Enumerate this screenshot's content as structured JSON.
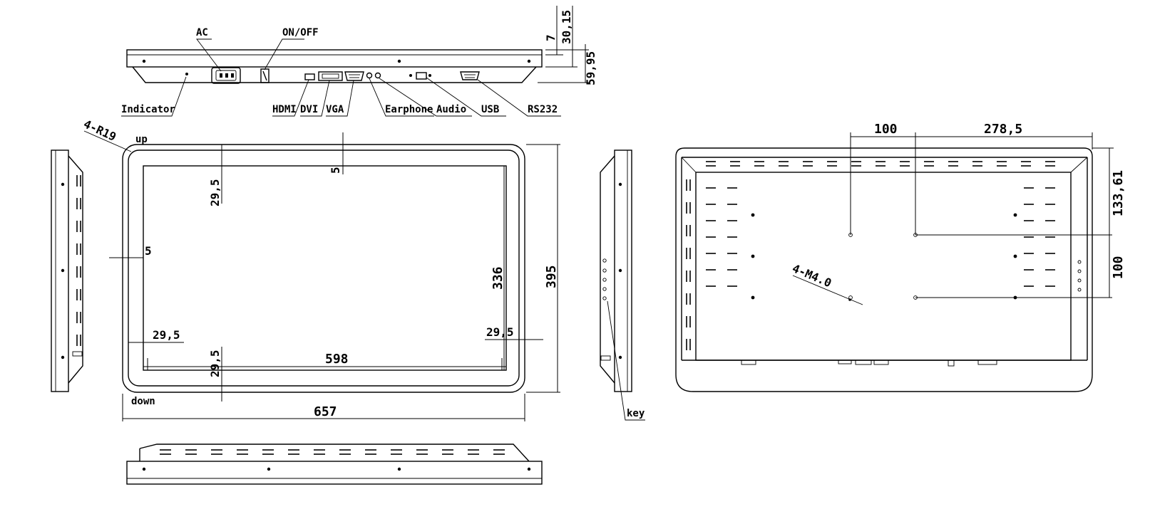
{
  "top_view": {
    "ports": {
      "ac": "AC",
      "on_off": "ON/OFF",
      "indicator": "Indicator",
      "hdmi": "HDMI",
      "dvi": "DVI",
      "vga": "VGA",
      "earphone": "Earphone",
      "audio": "Audio",
      "usb": "USB",
      "rs232": "RS232"
    },
    "dims": {
      "d7": "7",
      "d30": "30,15",
      "d59": "59,95"
    }
  },
  "front_view": {
    "radius": "4-R19",
    "up": "up",
    "down": "down",
    "dims": {
      "top_border": "29,5",
      "top_gap": "5",
      "left_gap": "5",
      "left_border": "29,5",
      "right_border": "29,5",
      "bottom_border": "29,5",
      "screen_width": "598",
      "screen_height": "336",
      "total_width": "657",
      "total_height": "395"
    }
  },
  "side_view": {
    "key": "key"
  },
  "rear_view": {
    "holes": "4-M4.0",
    "dims": {
      "h100": "100",
      "h278": "278,5",
      "v133": "133,61",
      "v100": "100"
    }
  }
}
